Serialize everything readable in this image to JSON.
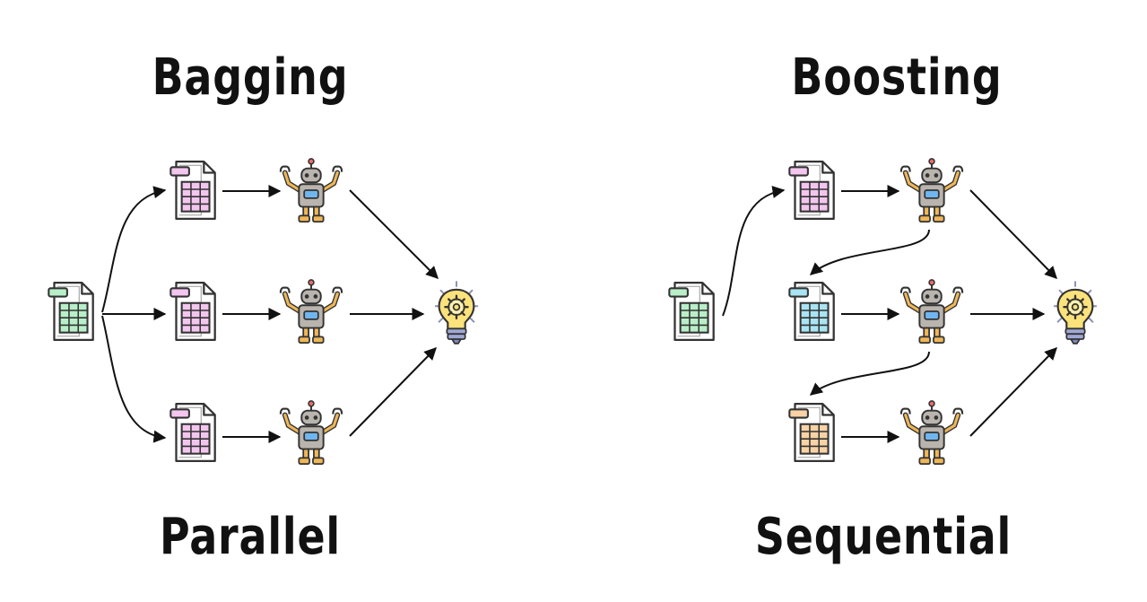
{
  "bagging": {
    "title": "Bagging",
    "caption": "Parallel"
  },
  "boosting": {
    "title": "Boosting",
    "caption": "Sequential"
  },
  "icons": {
    "dataset": "spreadsheet-icon",
    "model": "robot-icon",
    "output": "lightbulb-gear-icon"
  },
  "colors": {
    "source_sheet": "#b8efc8",
    "bag_sheet": "#f3c6ef",
    "boost_sheet_1": "#f3c6ef",
    "boost_sheet_2": "#a9e4f3",
    "boost_sheet_3": "#f7d3a5",
    "robot_body": "#b9b4ad",
    "robot_limbs": "#f0b757",
    "robot_screen": "#6fb6f0",
    "bulb": "#fbe27a",
    "bulb_base": "#9fa7d4",
    "arrow": "#111111"
  }
}
